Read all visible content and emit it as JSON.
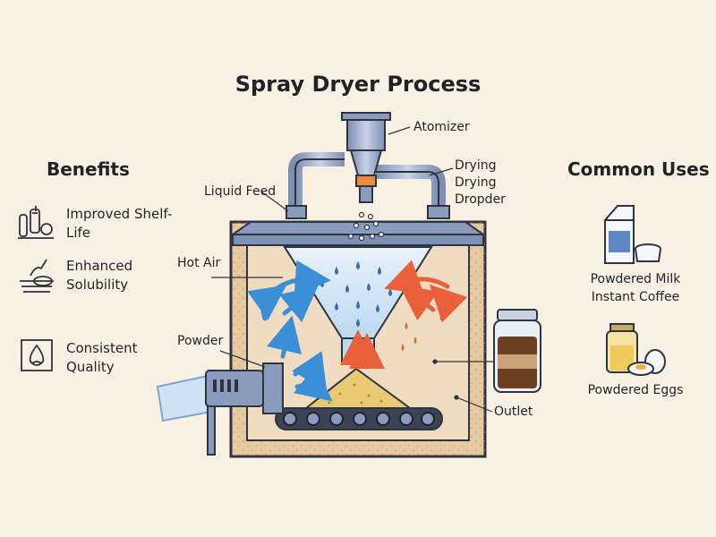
{
  "title": "Spray Dryer Process",
  "benefits": {
    "heading": "Benefits",
    "items": [
      {
        "label": "Improved Shelf-\nLife",
        "icon": "test-tubes-icon"
      },
      {
        "label": "Enhanced\nSolubility",
        "icon": "powder-scoop-icon"
      },
      {
        "label": "Consistent\nQuality",
        "icon": "water-drop-icon"
      }
    ]
  },
  "uses": {
    "heading": "Common Uses",
    "items": [
      {
        "label": "Powdered Milk\nInstant Coffee",
        "icon": "milk-carton-icon"
      },
      {
        "label": "Powdered Eggs",
        "icon": "egg-jar-icon"
      }
    ]
  },
  "labels": {
    "atomizer": "Atomizer",
    "drying": "Drying\nDrying\nDropder",
    "liquid_feed": "Liquid Feed",
    "hot_air": "Hot Air",
    "powder": "Powder",
    "outlet": "Outlet"
  },
  "colors": {
    "background": "#f8f1e3",
    "chamber": "#e6c9a0",
    "steel": "#8a9bbd",
    "hot_air": "#e8613a",
    "cool_air": "#3a8fd6",
    "powder": "#e9c971"
  }
}
